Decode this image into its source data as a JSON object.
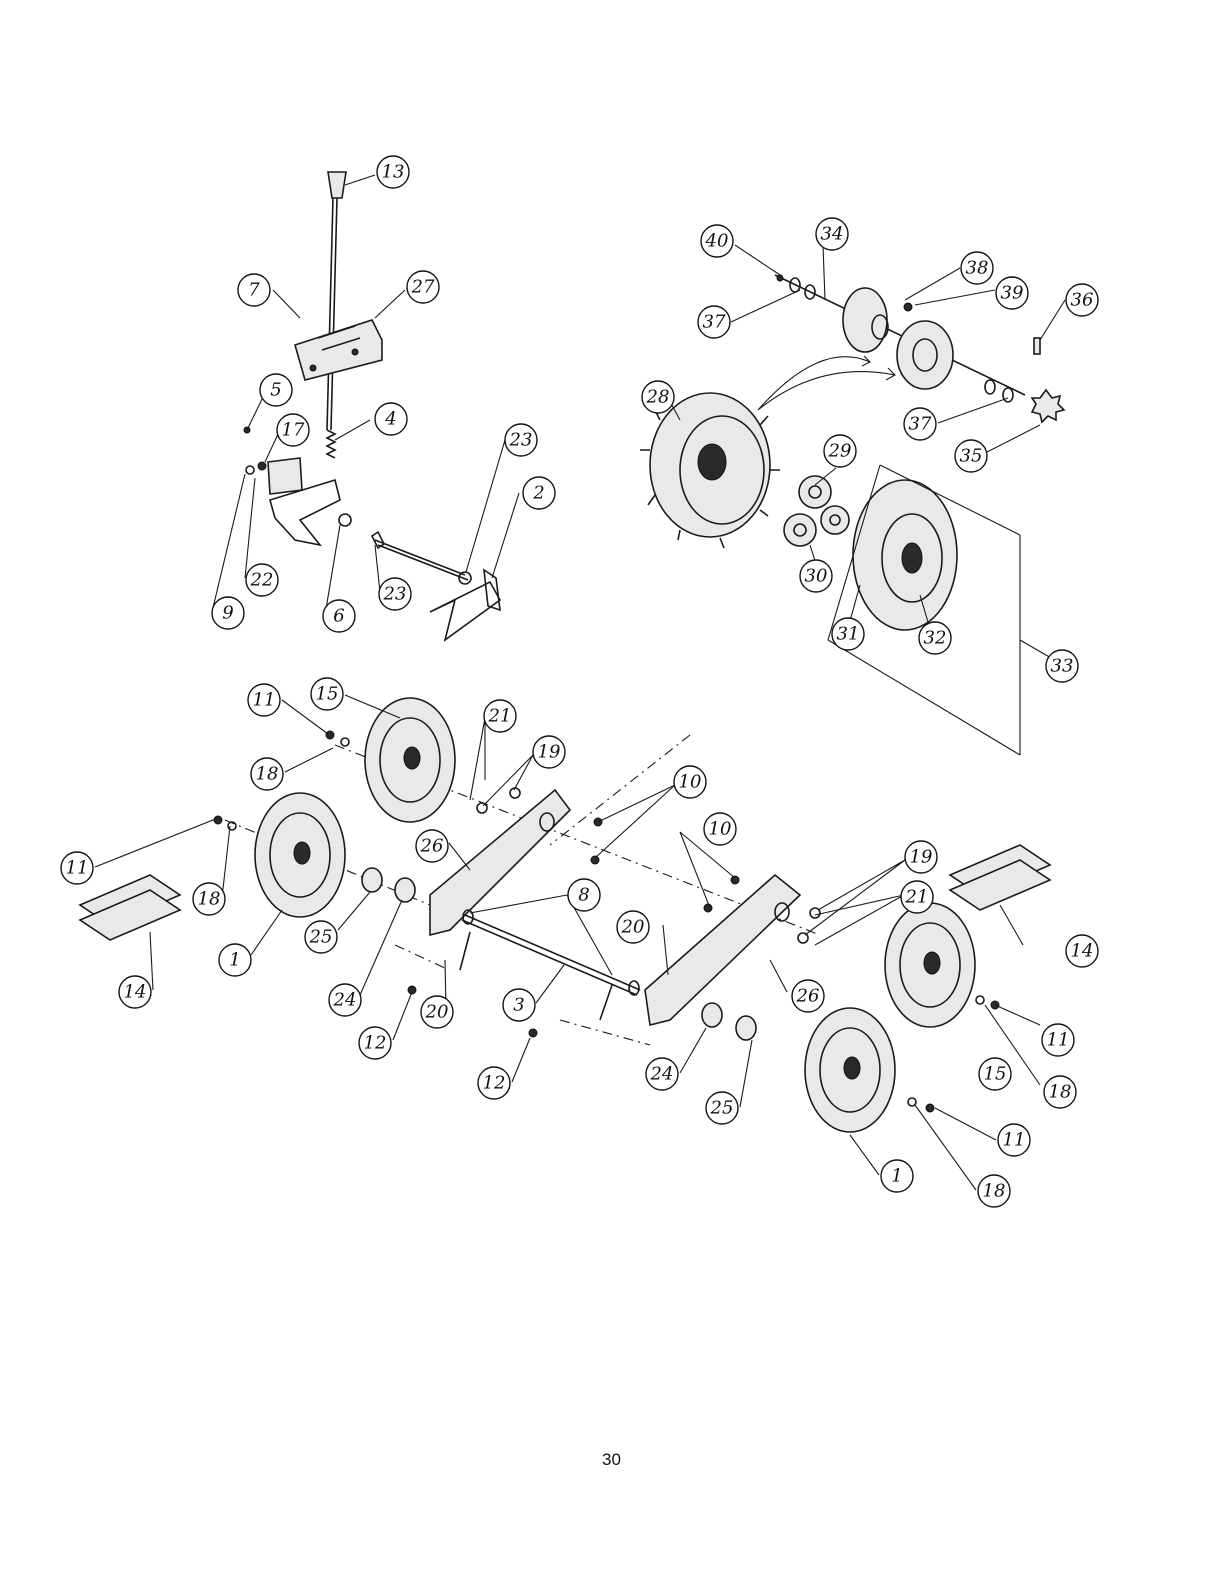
{
  "page_number": "30",
  "callouts": [
    "13",
    "7",
    "27",
    "5",
    "4",
    "17",
    "23",
    "2",
    "22",
    "9",
    "6",
    "23",
    "40",
    "34",
    "38",
    "39",
    "36",
    "37",
    "28",
    "37",
    "35",
    "29",
    "30",
    "31",
    "32",
    "33",
    "11",
    "15",
    "21",
    "19",
    "18",
    "10",
    "10",
    "26",
    "19",
    "11",
    "21",
    "18",
    "8",
    "1",
    "25",
    "20",
    "14",
    "14",
    "24",
    "3",
    "26",
    "15",
    "20",
    "12",
    "11",
    "12",
    "24",
    "18",
    "25",
    "11",
    "1",
    "18"
  ]
}
